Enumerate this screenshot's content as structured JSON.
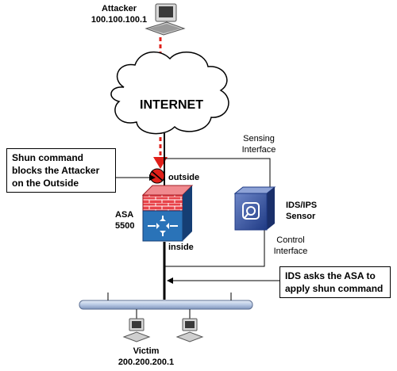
{
  "attacker": {
    "name": "Attacker",
    "ip": "100.100.100.1"
  },
  "cloud": {
    "label": "INTERNET"
  },
  "sensing_interface": {
    "line1": "Sensing",
    "line2": "Interface"
  },
  "control_interface": {
    "line1": "Control",
    "line2": "Interface"
  },
  "outside_label": "outside",
  "inside_label": "inside",
  "asa": {
    "line1": "ASA",
    "line2": "5500"
  },
  "ids": {
    "line1": "IDS/IPS",
    "line2": "Sensor"
  },
  "callout_shun": {
    "text": "Shun command\nblocks the Attacker\non the Outside"
  },
  "callout_ids": {
    "text": "IDS asks the ASA to\napply shun command"
  },
  "victim": {
    "name": "Victim",
    "ip": "200.200.200.1"
  },
  "colors": {
    "attack_path": "#e0201a",
    "firewall_red": "#e8434a",
    "firewall_blue": "#2a73b8",
    "bus": "#c9d6ea",
    "ids_blue": "#2f4f9a"
  }
}
